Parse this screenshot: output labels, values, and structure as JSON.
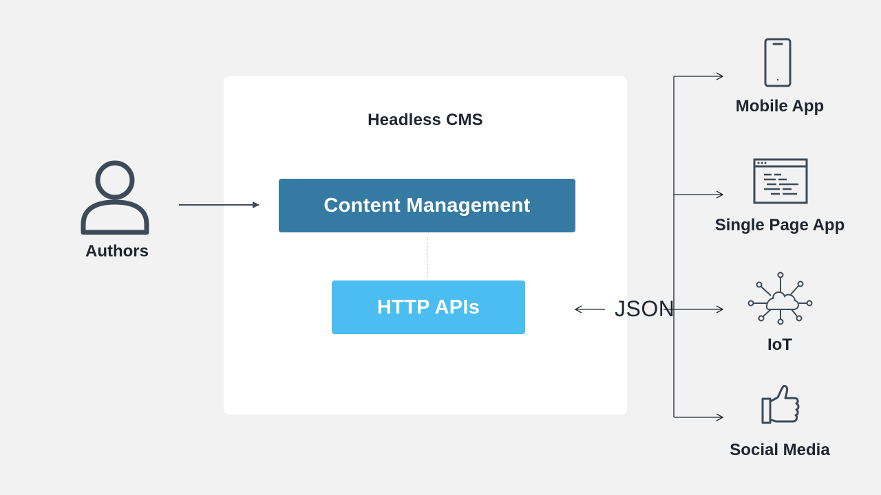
{
  "cms": {
    "title": "Headless CMS",
    "content_management": "Content Management",
    "http_apis": "HTTP APIs"
  },
  "authors": {
    "label": "Authors",
    "icon": "user-icon"
  },
  "json_label": "JSON",
  "targets": [
    {
      "label": "Mobile App",
      "icon": "mobile-phone-icon"
    },
    {
      "label": "Single Page App",
      "icon": "browser-window-icon"
    },
    {
      "label": "IoT",
      "icon": "cloud-network-icon"
    },
    {
      "label": "Social Media",
      "icon": "thumbs-up-icon"
    }
  ],
  "colors": {
    "background": "#f2f2f2",
    "panel": "#ffffff",
    "content_management": "#357aa3",
    "http_apis": "#4bbdf0",
    "ink": "#1c2530",
    "icon_stroke": "#3c4a5a"
  }
}
